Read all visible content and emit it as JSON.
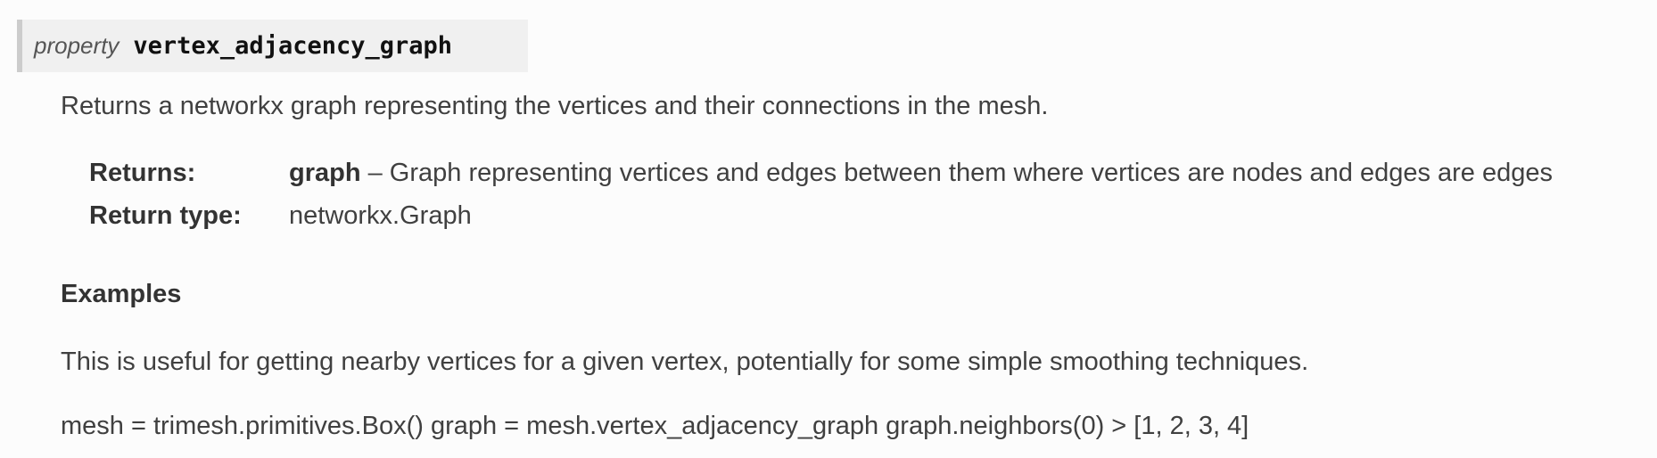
{
  "signature": {
    "prefix": "property",
    "name": "vertex_adjacency_graph"
  },
  "description": "Returns a networkx graph representing the vertices and their connections in the mesh.",
  "fields": {
    "returns": {
      "label": "Returns:",
      "name": "graph",
      "text": " – Graph representing vertices and edges between them where vertices are nodes and edges are edges"
    },
    "return_type": {
      "label": "Return type:",
      "value": "networkx.Graph"
    }
  },
  "examples": {
    "heading": "Examples",
    "text": "This is useful for getting nearby vertices for a given vertex, potentially for some simple smoothing techniques.",
    "code": "mesh = trimesh.primitives.Box() graph = mesh.vertex_adjacency_graph graph.neighbors(0) > [1, 2, 3, 4]"
  }
}
